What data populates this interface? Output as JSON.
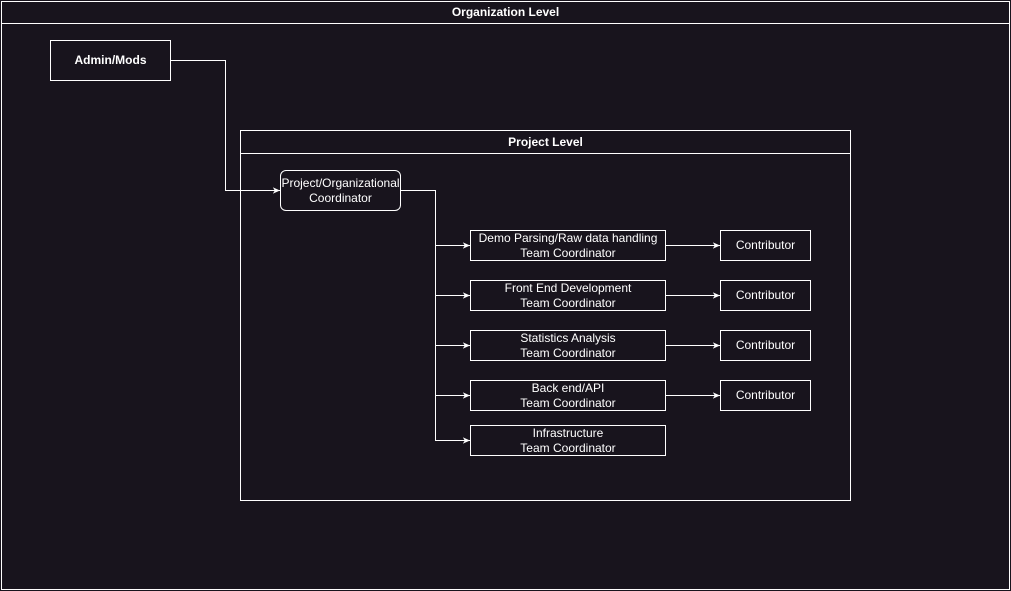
{
  "organization": {
    "title": "Organization Level"
  },
  "project": {
    "title": "Project Level"
  },
  "nodes": {
    "admin": {
      "label": "Admin/Mods"
    },
    "coordinator": {
      "line1": "Project/Organizational",
      "line2": "Coordinator"
    },
    "teams": [
      {
        "line1": "Demo Parsing/Raw data handling",
        "line2": "Team Coordinator"
      },
      {
        "line1": "Front End Development",
        "line2": "Team Coordinator"
      },
      {
        "line1": "Statistics Analysis",
        "line2": "Team Coordinator"
      },
      {
        "line1": "Back end/API",
        "line2": "Team Coordinator"
      },
      {
        "line1": "Infrastructure",
        "line2": "Team Coordinator"
      }
    ],
    "contributors": [
      {
        "label": "Contributor"
      },
      {
        "label": "Contributor"
      },
      {
        "label": "Contributor"
      },
      {
        "label": "Contributor"
      }
    ]
  },
  "colors": {
    "background": "#18141d",
    "stroke": "#ffffff",
    "text": "#ffffff"
  }
}
